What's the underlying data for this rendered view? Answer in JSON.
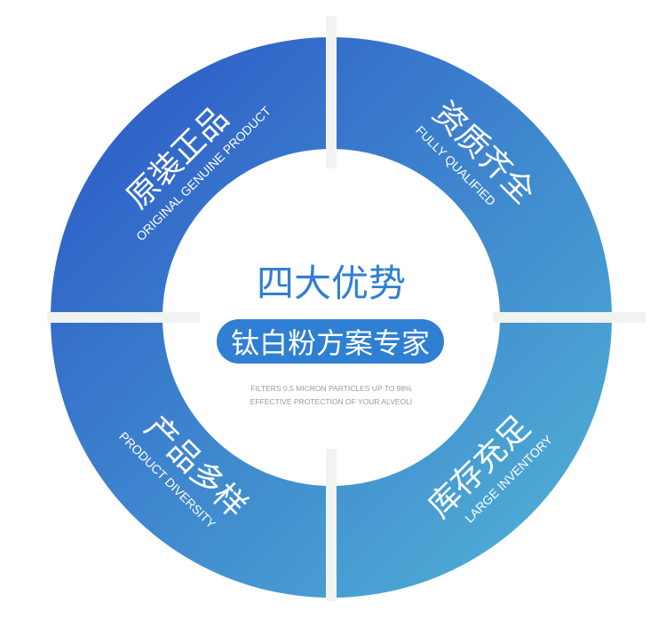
{
  "center": {
    "title": "四大优势",
    "badge": "钛白粉方案专家",
    "note_line1": "FILTERS 0.5 MICRON PARTICLES UP TO 98%",
    "note_line2": "EFFECTIVE PROTECTION OF YOUR ALVEOLI"
  },
  "quadrants": [
    {
      "cn": "原装正品",
      "en": "ORIGINAL GENUINE PRODUCT"
    },
    {
      "cn": "资质齐全",
      "en": "FULLY QUALIFIED"
    },
    {
      "cn": "产品多样",
      "en": "PRODUCT DIVERSITY"
    },
    {
      "cn": "库存充足",
      "en": "LARGE INVENTORY"
    }
  ],
  "colors": {
    "gradient_start": "#2a55c6",
    "gradient_end": "#52b6d6",
    "title": "#2f7fd2",
    "divider": "#f1f3f1"
  }
}
